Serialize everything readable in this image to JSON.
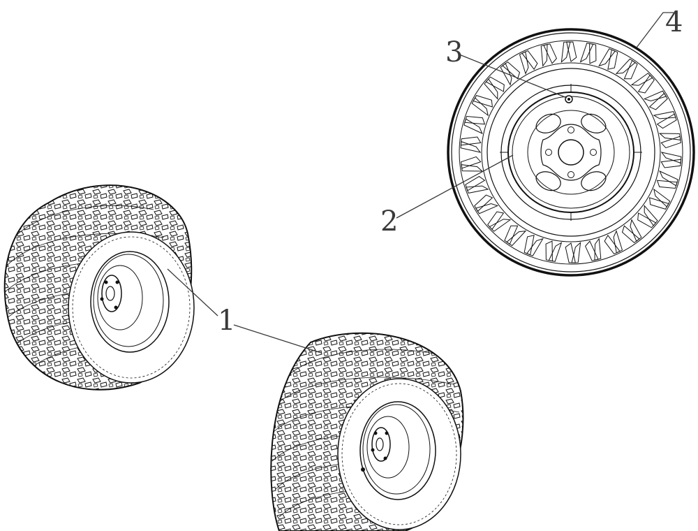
{
  "diagram": {
    "callouts": [
      {
        "id": "1",
        "label": "1"
      },
      {
        "id": "2",
        "label": "2"
      },
      {
        "id": "3",
        "label": "3"
      },
      {
        "id": "4",
        "label": "4"
      }
    ],
    "parts": [
      {
        "callout": "1",
        "name": "rear-wheel-assembly",
        "count": 2
      },
      {
        "callout": "2",
        "name": "rim"
      },
      {
        "callout": "3",
        "name": "valve-stem"
      },
      {
        "callout": "4",
        "name": "tire"
      }
    ],
    "line_color": "#111111",
    "label_color": "#3a3a3a",
    "background": "#ffffff"
  }
}
